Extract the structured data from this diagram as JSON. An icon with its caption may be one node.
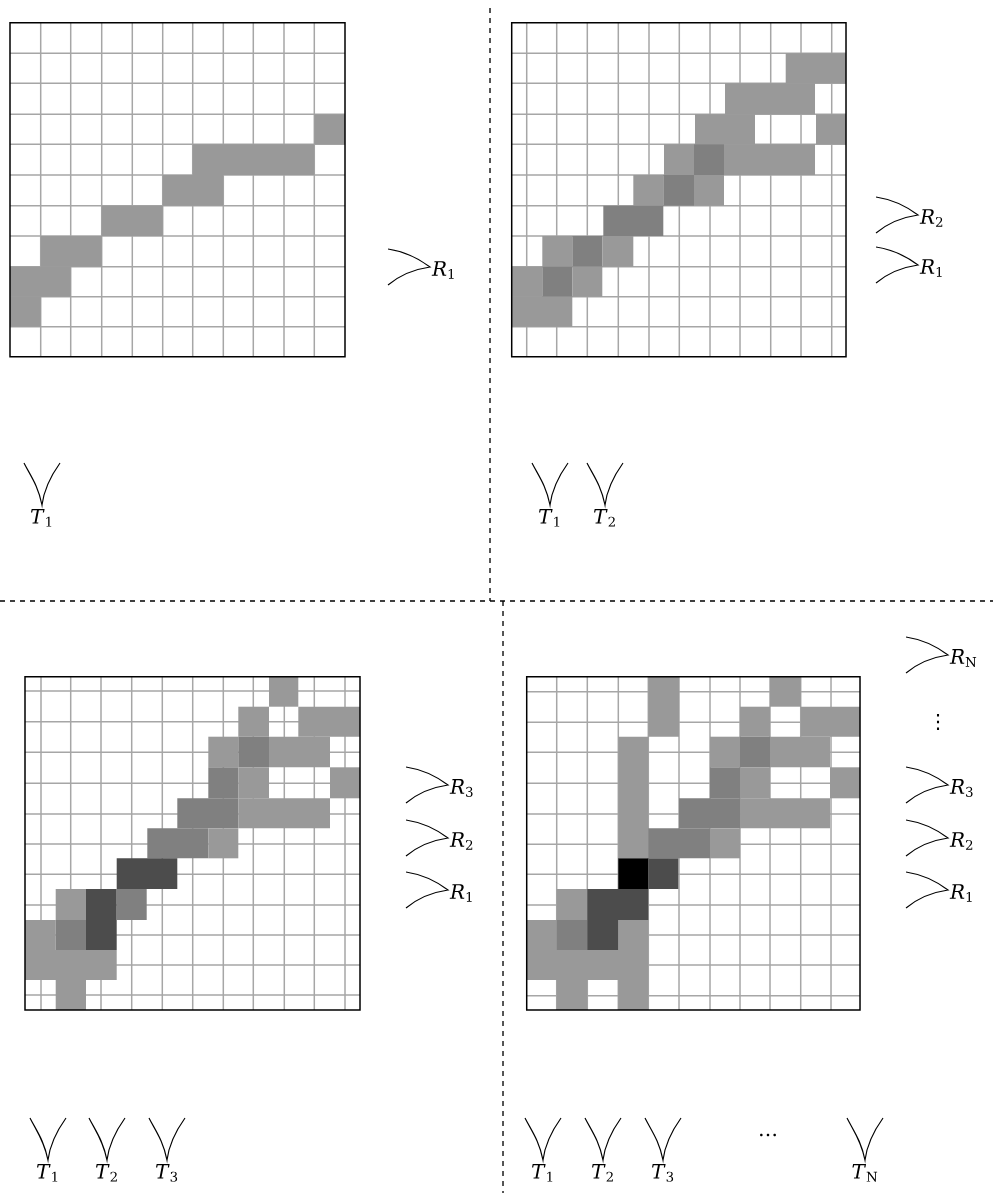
{
  "diagram": {
    "labels": [
      "*R*$_{1}$",
      "*T*$_{1}$",
      "*R*$_{2}$",
      "*R*$_{1}$",
      "*T*$_{1}$",
      "*T*$_{2}$",
      "*R*$_{3}$",
      "*R*$_{2}$",
      "*R*$_{1}$",
      "*T*$_{1}$",
      "*T*$_{2}$",
      "*T*$_{3}$",
      "*R*$_{N}$",
      "⋮",
      "*R*$_{3}$",
      "*R*$_{2}$",
      "*R*$_{1}$",
      "*T*$_{1}$",
      "*T*$_{2}$",
      "*T*$_{3}$",
      "…",
      "*T*$_{N}$"
    ]
  }
}
